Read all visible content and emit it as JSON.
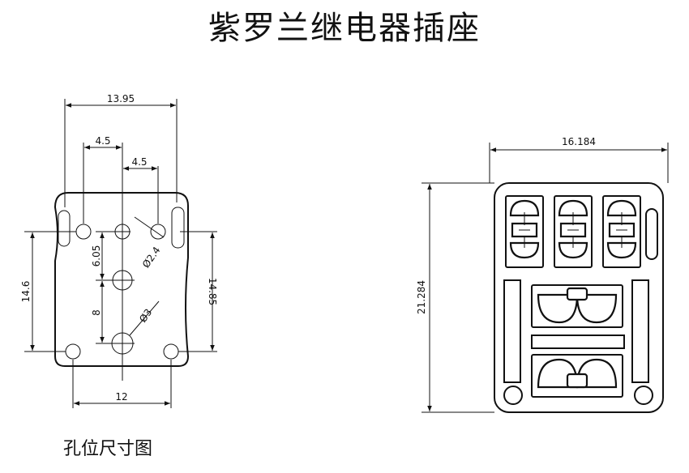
{
  "title": "紫罗兰继电器插座",
  "caption": "孔位尺寸图",
  "hole_layout": {
    "dims": {
      "overall_width": "13.95",
      "pitch_left": "4.5",
      "pitch_right": "4.5",
      "height_left": "14.6",
      "height_right": "14.85",
      "vertical_upper": "6.05",
      "vertical_lower": "8",
      "bottom_span": "12",
      "hole_dia_small": "Ø2.4",
      "hole_dia_large": "Ø3"
    }
  },
  "socket_outline": {
    "dims": {
      "width": "16.184",
      "height": "21.284"
    }
  }
}
